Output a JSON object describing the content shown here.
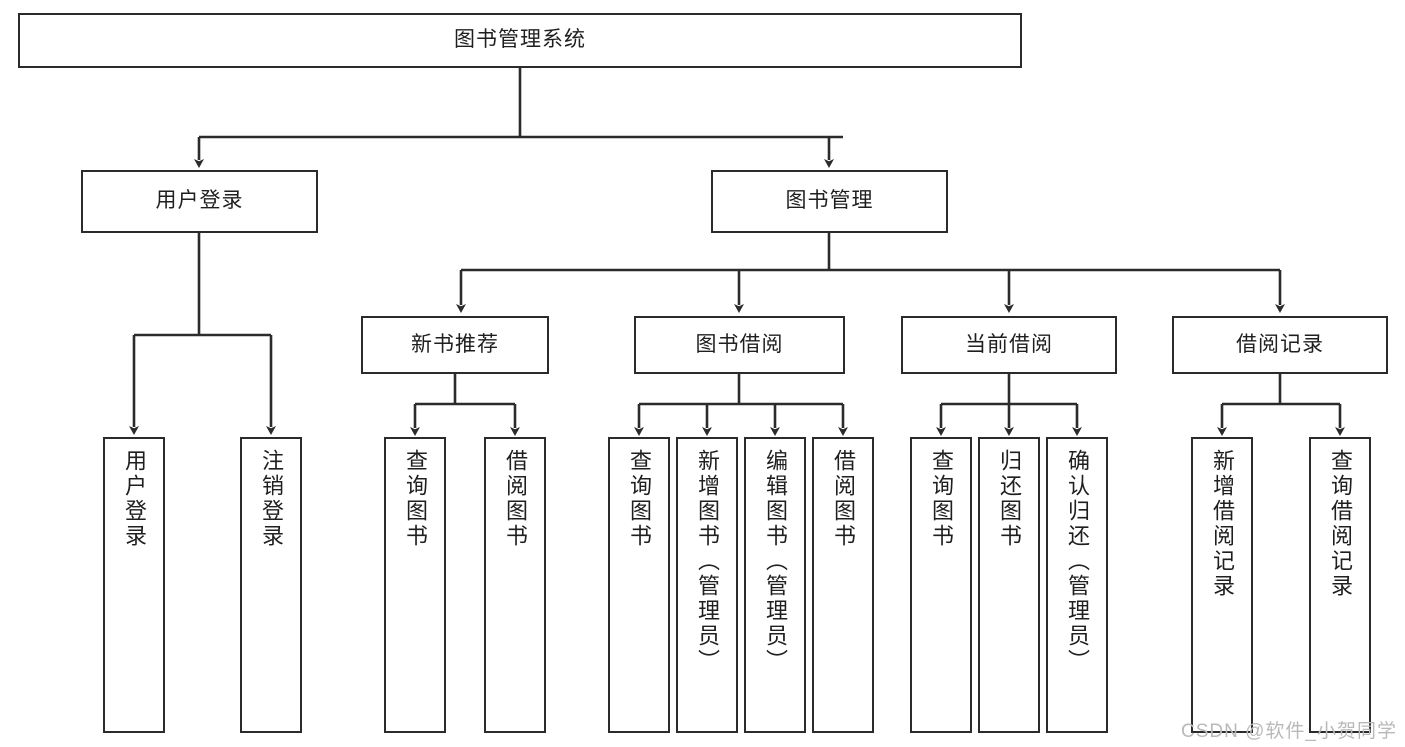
{
  "diagram": {
    "type": "tree",
    "title": "图书管理系统",
    "watermark": "CSDN @软件_小贺同学",
    "nodes": {
      "root": {
        "label": "图书管理系统"
      },
      "level2": [
        {
          "id": "user-login",
          "label": "用户登录"
        },
        {
          "id": "book-manage",
          "label": "图书管理"
        }
      ],
      "level3": [
        {
          "id": "new-book-recommend",
          "label": "新书推荐"
        },
        {
          "id": "book-borrow",
          "label": "图书借阅"
        },
        {
          "id": "current-borrow",
          "label": "当前借阅"
        },
        {
          "id": "borrow-record",
          "label": "借阅记录"
        }
      ],
      "leaves": [
        {
          "id": "leaf-user-login",
          "label": "用户登录",
          "parent": "user-login"
        },
        {
          "id": "leaf-user-logout",
          "label": "注销登录",
          "parent": "user-login"
        },
        {
          "id": "leaf-query-book-1",
          "label": "查询图书",
          "parent": "new-book-recommend"
        },
        {
          "id": "leaf-borrow-book-1",
          "label": "借阅图书",
          "parent": "new-book-recommend"
        },
        {
          "id": "leaf-query-book-2",
          "label": "查询图书",
          "parent": "book-borrow"
        },
        {
          "id": "leaf-add-book",
          "label": "新增图书（管理员）",
          "parent": "book-borrow"
        },
        {
          "id": "leaf-edit-book",
          "label": "编辑图书（管理员）",
          "parent": "book-borrow"
        },
        {
          "id": "leaf-borrow-book-2",
          "label": "借阅图书",
          "parent": "book-borrow"
        },
        {
          "id": "leaf-query-book-3",
          "label": "查询图书",
          "parent": "current-borrow"
        },
        {
          "id": "leaf-return-book",
          "label": "归还图书",
          "parent": "current-borrow"
        },
        {
          "id": "leaf-confirm-return",
          "label": "确认归还（管理员）",
          "parent": "current-borrow"
        },
        {
          "id": "leaf-add-record",
          "label": "新增借阅记录",
          "parent": "borrow-record"
        },
        {
          "id": "leaf-query-record",
          "label": "查询借阅记录",
          "parent": "borrow-record"
        }
      ]
    },
    "colors": {
      "stroke": "#2b2b2b",
      "fill": "#ffffff",
      "text": "#1f1f1f",
      "watermark": "#b9b9b9"
    }
  }
}
